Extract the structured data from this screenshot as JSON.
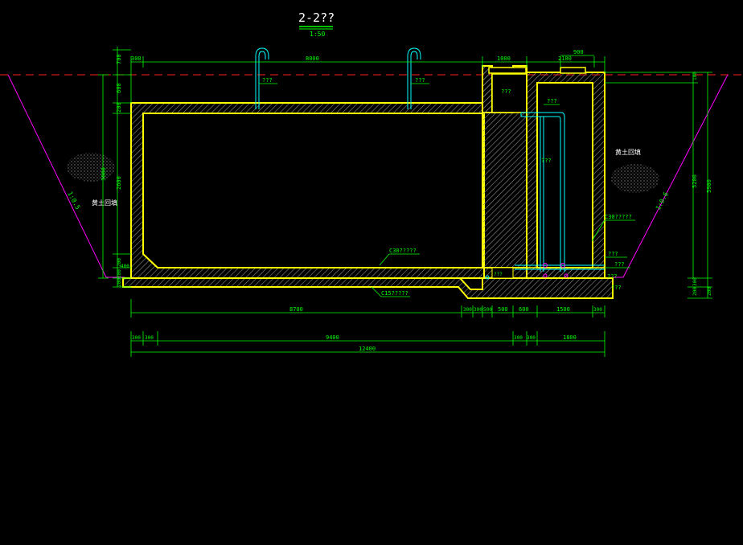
{
  "title": {
    "section": "2-2??",
    "scale": "1:50"
  },
  "colors": {
    "background": "#000000",
    "structure": "#ffff00",
    "dimension": "#00ff00",
    "pipe": "#00ffff",
    "ground_line": "#ff0000",
    "slope": "#ff00ff",
    "fill": "#ffffff",
    "hatch": "#d0d0d0"
  },
  "top_dims": [
    "300",
    "8000",
    "1000",
    "2100",
    "900"
  ],
  "bottom_dims_row1": [
    "8700",
    "300",
    "300",
    "500",
    "500",
    "600",
    "1500",
    "300"
  ],
  "bottom_dims_row2": [
    "300",
    "300",
    "9400",
    "300",
    "300",
    "1800"
  ],
  "bottom_total": "12400",
  "left_dims": [
    "700",
    "600",
    "200",
    "2600",
    "3000",
    "200",
    "300",
    "200"
  ],
  "left_small": "400",
  "right_dims": [
    "100",
    "5200",
    "5900",
    "300",
    "200",
    "200"
  ],
  "slopes": {
    "left": "1:0.5",
    "right": "1:0.6"
  },
  "labels": {
    "pipe_label_1": "???",
    "pipe_label_2": "???",
    "chamber_label": "???",
    "inner_pipe_label": "???",
    "riser_label": "???",
    "backfill_left": "黄土回填",
    "backfill_right": "黄土回填",
    "concrete_wall": "C30?????",
    "concrete_base": "C15?????",
    "right_wall_label": "C30?????",
    "right_tag_1": "???",
    "right_tag_2": "???",
    "right_tag_3": "???",
    "right_tag_4": "???",
    "small_tag": "???"
  }
}
